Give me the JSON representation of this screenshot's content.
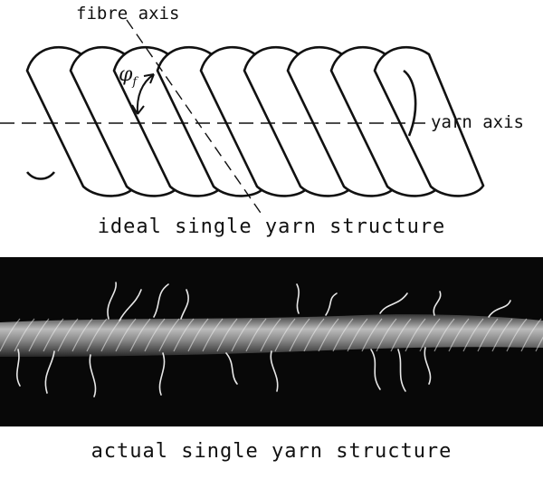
{
  "labels": {
    "fibre_axis": "fibre axis",
    "yarn_axis": "yarn axis",
    "angle_symbol": "φ",
    "angle_subscript": "f"
  },
  "captions": {
    "ideal": "ideal single yarn structure",
    "actual": "actual single yarn structure"
  },
  "colors": {
    "line": "#111111",
    "photo_background": "#080808",
    "fibre_highlight": "#e8e8e8"
  },
  "icons": {
    "angle_arrow": "curved-double-arrow"
  }
}
